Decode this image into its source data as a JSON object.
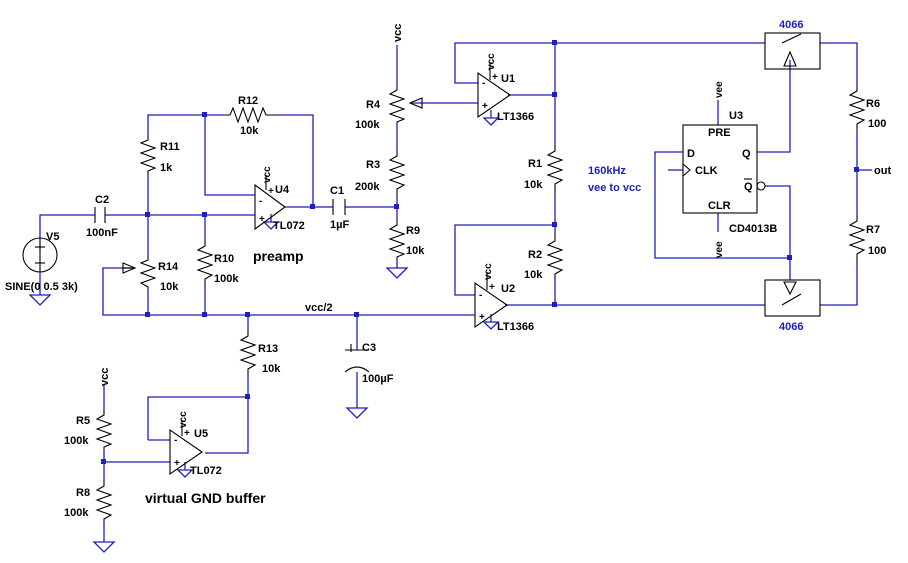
{
  "components": [
    {
      "ref": "R12",
      "value": "10k"
    },
    {
      "ref": "R11",
      "value": "1k"
    },
    {
      "ref": "R14",
      "value": "10k"
    },
    {
      "ref": "R10",
      "value": "100k"
    },
    {
      "ref": "R13",
      "value": "10k"
    },
    {
      "ref": "R4",
      "value": "100k"
    },
    {
      "ref": "R3",
      "value": "200k"
    },
    {
      "ref": "R9",
      "value": "10k"
    },
    {
      "ref": "R1",
      "value": "10k"
    },
    {
      "ref": "R2",
      "value": "10k"
    },
    {
      "ref": "R6",
      "value": "100"
    },
    {
      "ref": "R7",
      "value": "100"
    },
    {
      "ref": "R5",
      "value": "100k"
    },
    {
      "ref": "R8",
      "value": "100k"
    },
    {
      "ref": "C1",
      "value": "1µF"
    },
    {
      "ref": "C2",
      "value": "100nF"
    },
    {
      "ref": "C3",
      "value": "100µF"
    },
    {
      "ref": "U1",
      "value": "LT1366"
    },
    {
      "ref": "U2",
      "value": "LT1366"
    },
    {
      "ref": "U4",
      "value": "TL072"
    },
    {
      "ref": "U5",
      "value": "TL072"
    },
    {
      "ref": "U3",
      "value": "CD4013B"
    },
    {
      "ref": "V5",
      "value": "SINE(0 0.5 3k)"
    }
  ],
  "ff_pins": {
    "pre": "PRE",
    "d": "D",
    "clk": "CLK",
    "q": "Q",
    "qbar": "Q",
    "clr": "CLR"
  },
  "switch_top": "4066",
  "switch_bottom": "4066",
  "nets": {
    "vcc": "vcc",
    "vee": "vee",
    "vcc_half": "vcc/2",
    "out": "out"
  },
  "notes": {
    "preamp": "preamp",
    "buffer": "virtual GND buffer",
    "clock": "160kHz",
    "clock_range": "vee to vcc"
  },
  "opamp_signs": {
    "minus": "-",
    "plus": "+"
  },
  "colors": {
    "wire": "#1f1fbf",
    "component": "#000000",
    "note": "#1f1fbf"
  }
}
